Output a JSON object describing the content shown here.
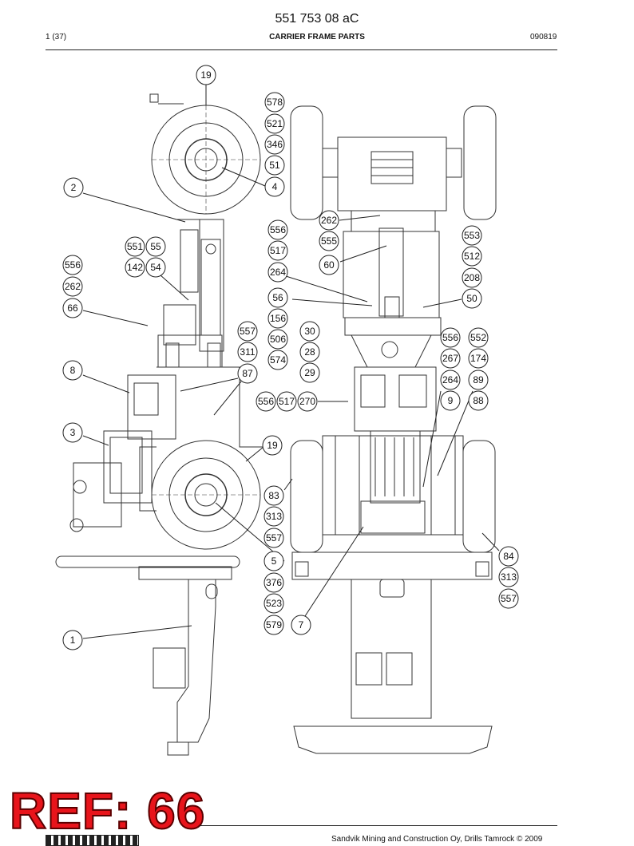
{
  "header": {
    "doc_number": "551 753 08 aC",
    "page_count": "1 (37)",
    "title": "CARRIER FRAME PARTS",
    "date": "090819"
  },
  "stamp": {
    "text": "REF: 66",
    "color": "#e8141b"
  },
  "footer": {
    "copyright": "Sandvik Mining and Construction Oy, Drills Tamrock © 2009"
  },
  "callouts": [
    "19",
    "578",
    "521",
    "346",
    "51",
    "4",
    "2",
    "262",
    "556",
    "555",
    "553",
    "517",
    "60",
    "512",
    "551",
    "55",
    "556",
    "142",
    "54",
    "264",
    "208",
    "262",
    "56",
    "50",
    "66",
    "156",
    "557",
    "30",
    "556",
    "552",
    "506",
    "28",
    "311",
    "267",
    "174",
    "574",
    "29",
    "8",
    "87",
    "264",
    "89",
    "556",
    "517",
    "270",
    "9",
    "88",
    "3",
    "19",
    "83",
    "313",
    "557",
    "84",
    "5",
    "313",
    "376",
    "557",
    "523",
    "579",
    "7",
    "1"
  ]
}
